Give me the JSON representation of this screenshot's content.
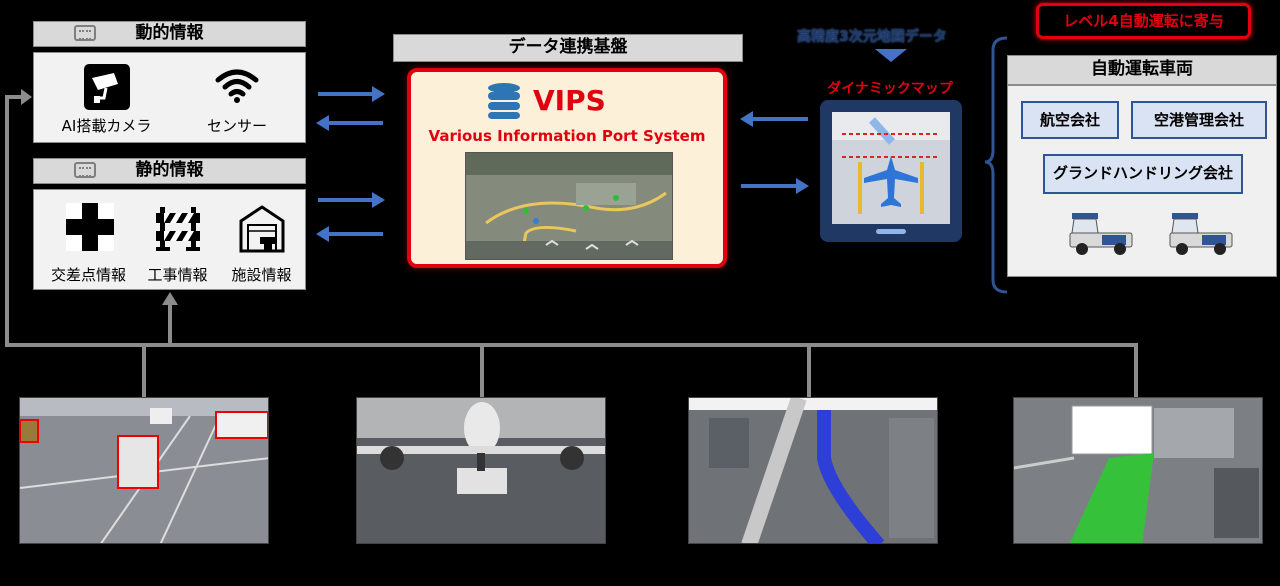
{
  "dynamic_info": {
    "title": "動的情報",
    "items": [
      {
        "label": "AI搭載カメラ",
        "icon": "camera-icon"
      },
      {
        "label": "センサー",
        "icon": "wifi-sensor-icon"
      }
    ]
  },
  "static_info": {
    "title": "静的情報",
    "items": [
      {
        "label": "交差点情報",
        "icon": "intersection-icon"
      },
      {
        "label": "工事情報",
        "icon": "construction-barrier-icon"
      },
      {
        "label": "施設情報",
        "icon": "warehouse-icon"
      }
    ]
  },
  "platform": {
    "title": "データ連携基盤",
    "name": "VIPS",
    "subtitle": "Various Information Port System"
  },
  "map": {
    "source": "高精度3次元地図データ",
    "title": "ダイナミックマップ"
  },
  "vehicles": {
    "badge": "レベル4自動運転に寄与",
    "title": "自動運転車両",
    "companies": [
      "航空会社",
      "空港管理会社",
      "グランドハンドリング会社"
    ]
  },
  "photos": [
    "camera-detection-photo",
    "aircraft-tug-photo",
    "3d-map-route-photo",
    "construction-map-photo"
  ],
  "colors": {
    "accent_red": "#e0000f",
    "arrow_blue": "#4472c4",
    "panel_navy": "#1f3864",
    "map_blue": "#1f4e9f"
  }
}
